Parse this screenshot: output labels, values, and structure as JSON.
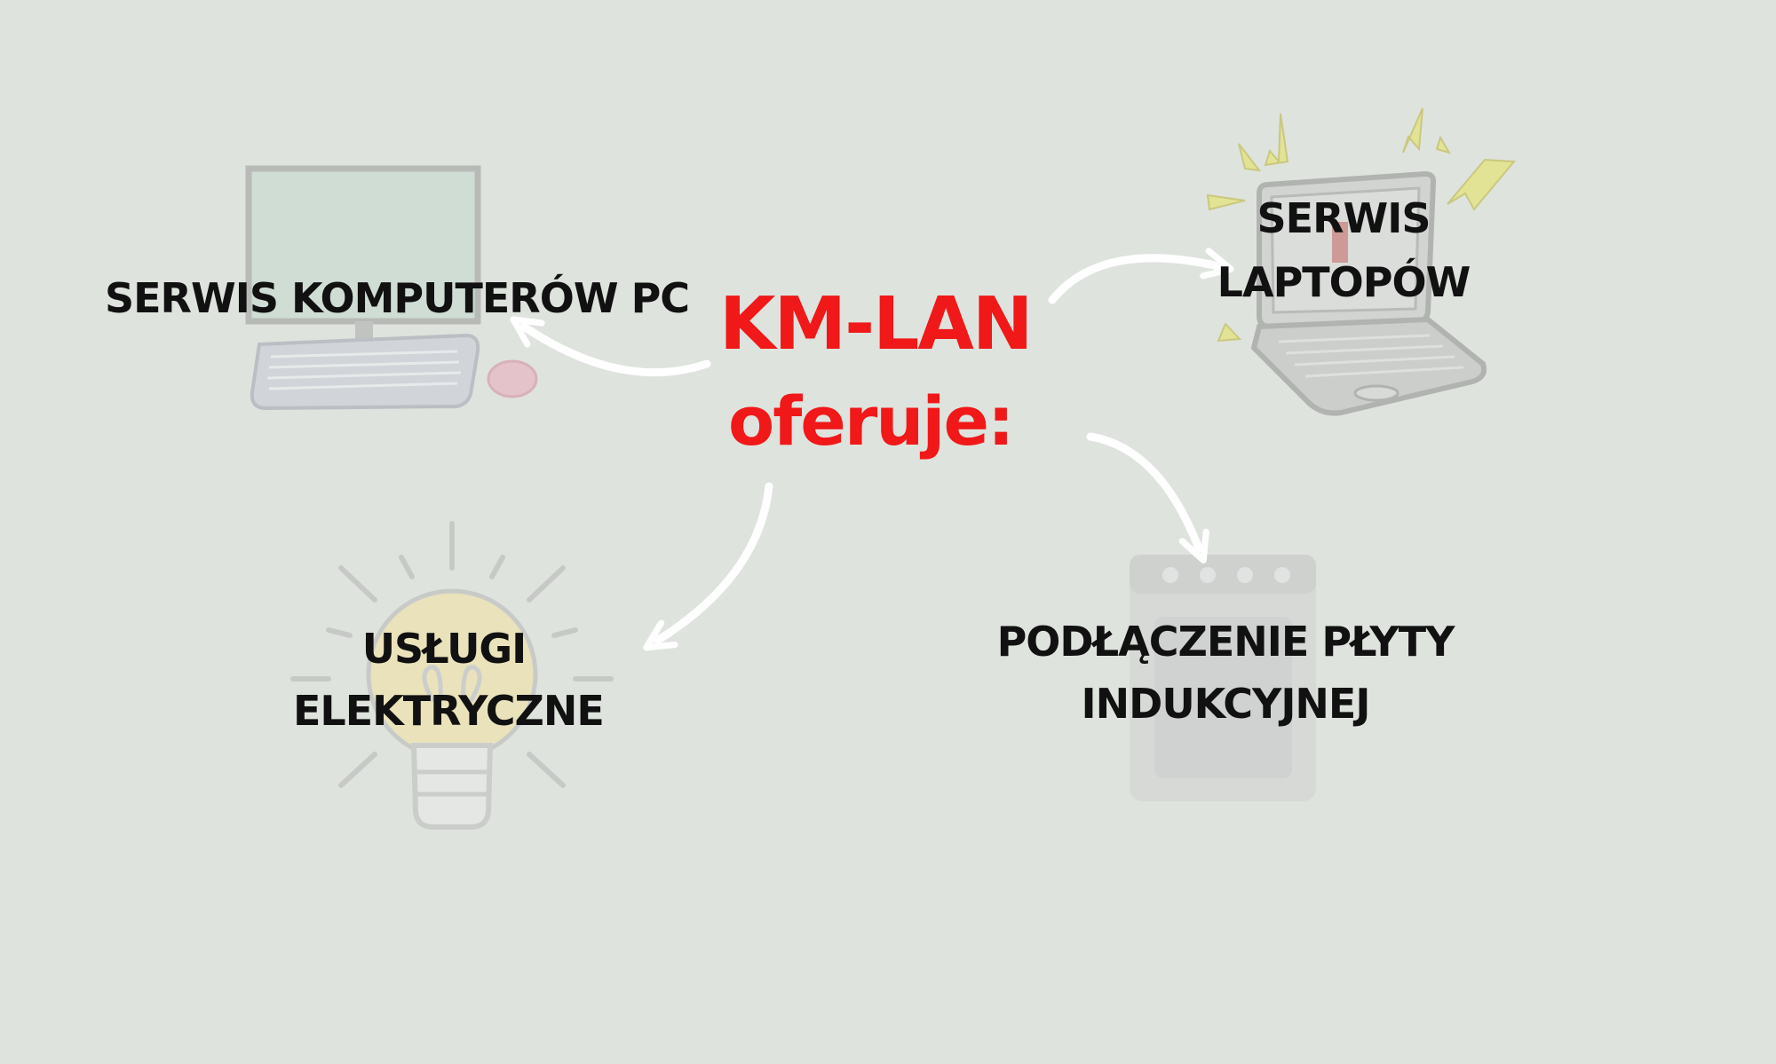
{
  "title": {
    "line1": "KM-LAN",
    "line2": "oferuje:"
  },
  "services": {
    "pc": {
      "line1": "SERWIS KOMPUTERÓW PC"
    },
    "laptop": {
      "line1": "SERWIS",
      "line2": "LAPTOPÓW"
    },
    "electric": {
      "line1": "USŁUGI",
      "line2": "ELEKTRYCZNE"
    },
    "induction": {
      "line1": "PODŁĄCZENIE PŁYTY",
      "line2": "INDUKCYJNEJ"
    }
  },
  "icons": [
    "desktop-computer-icon",
    "laptop-icon",
    "light-bulb-icon",
    "stove-icon"
  ],
  "colors": {
    "background": "#dfe3de",
    "title": "#f01818",
    "text": "#111111",
    "arrows": "#ffffff"
  }
}
